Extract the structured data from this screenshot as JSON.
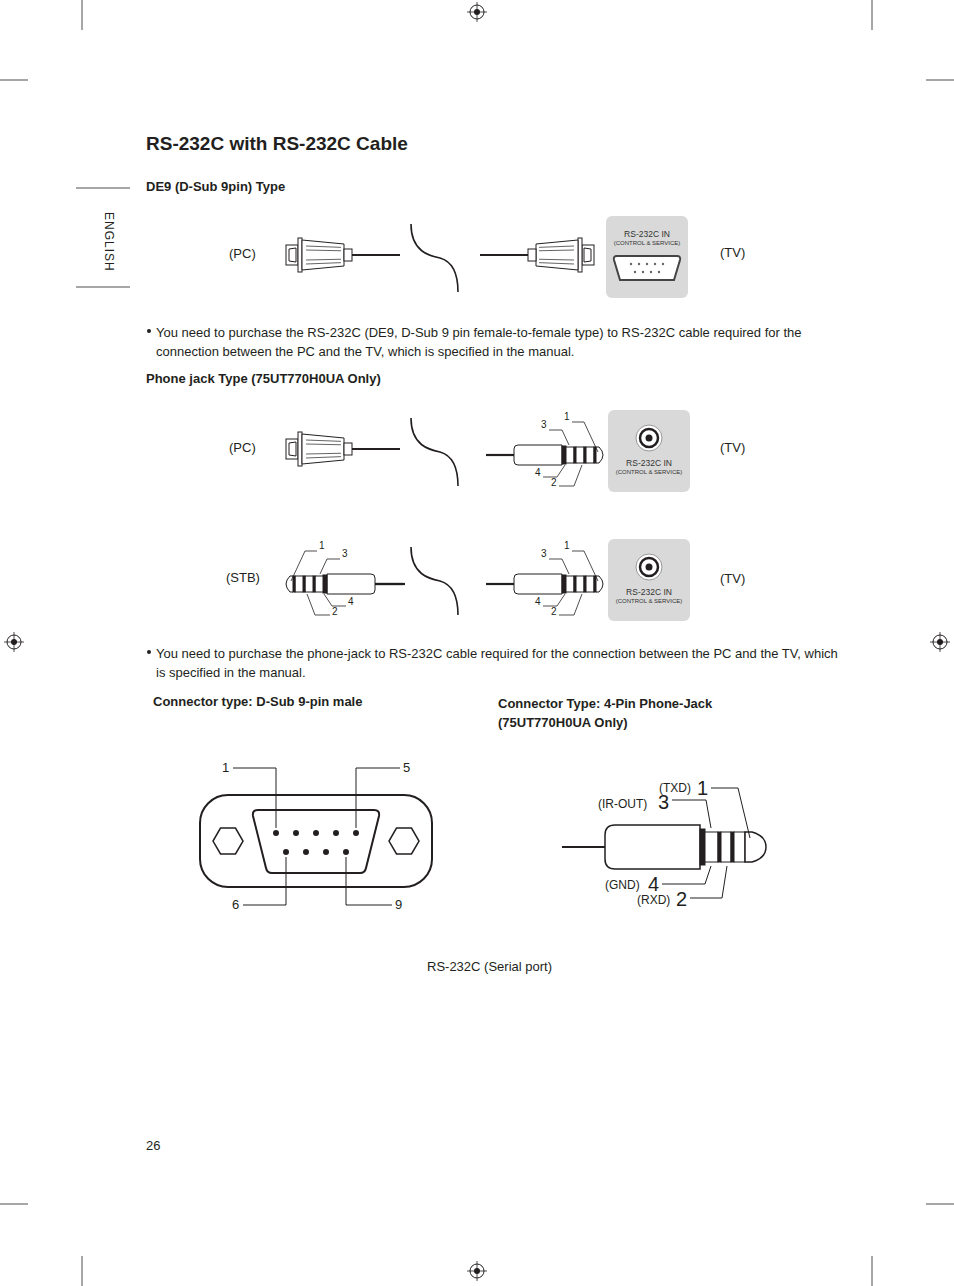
{
  "diagram": {
    "title": "RS-232C with RS-232C Cable",
    "caption": "RS-232C (Serial port)",
    "nodes": [
      {
        "text": [
          "RS-232C IN",
          "(CONTROL & SERVICE)"
        ]
      },
      {
        "text": [
          "RS-232C IN",
          "(CONTROL & SERVICE)"
        ]
      },
      {
        "text": [
          "RS-232C IN",
          "(CONTROL & SERVICE)"
        ]
      }
    ],
    "labels": [
      "ENGLISH",
      "DE9 (D-Sub 9pin) Type",
      "(PC)",
      "(TV)",
      "You need to purchase the RS-232C (DE9, D-Sub 9 pin female-to-female type) to RS-232C cable required for the connection between the PC and the TV, which is specified in the manual.",
      "Phone jack Type (75UT770H0UA Only)",
      "(PC)",
      "1",
      "3",
      "4",
      "2",
      "(TV)",
      "(STB)",
      "1",
      "3",
      "2",
      "4",
      "1",
      "3",
      "4",
      "2",
      "(TV)",
      "You need to purchase the phone-jack to RS-232C cable required for the connection between the PC and the TV, which is specified in the manual.",
      "Connector type: D-Sub 9-pin male",
      "Connector Type: 4-Pin Phone-Jack (75UT770H0UA Only)",
      "1",
      "5",
      "6",
      "9",
      "(TXD)",
      "1",
      "(IR-OUT)",
      "3",
      "(GND)",
      "4",
      "(RXD)",
      "2",
      "26"
    ]
  }
}
